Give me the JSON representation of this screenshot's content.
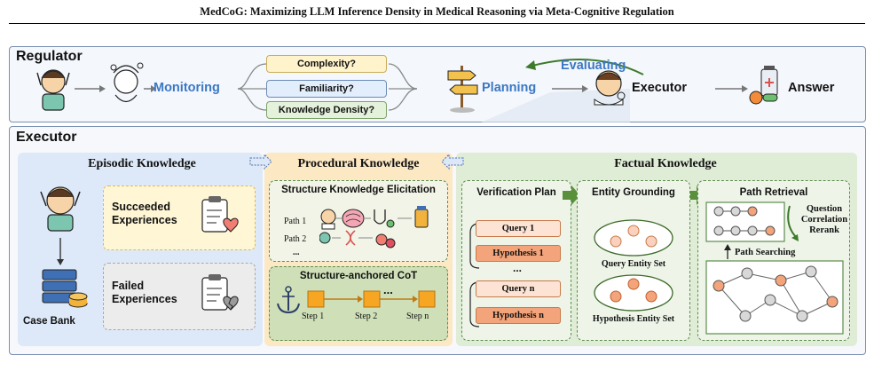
{
  "paper_title": "MedCoG: Maximizing LLM Inference Density in Medical Reasoning via Meta-Cognitive Regulation",
  "regulator": {
    "title": "Regulator",
    "monitoring": "Monitoring",
    "questions": [
      "Complexity?",
      "Familiarity?",
      "Knowledge Density?"
    ],
    "planning": "Planning",
    "evaluating": "Evaluating",
    "executor": "Executor",
    "answer": "Answer"
  },
  "executor": {
    "title": "Executor",
    "episodic": {
      "title": "Episodic Knowledge",
      "succeeded": "Succeeded Experiences",
      "failed": "Failed Experiences",
      "case_bank": "Case Bank"
    },
    "procedural": {
      "title": "Procedural Knowledge",
      "structure_title": "Structure Knowledge Elicitation",
      "paths": [
        "Path 1",
        "Path 2",
        "..."
      ],
      "cot_title": "Structure-anchored CoT",
      "steps": [
        "Step 1",
        "Step 2",
        "Step n"
      ],
      "ellipsis": "..."
    },
    "factual": {
      "title": "Factual Knowledge",
      "verification": {
        "title": "Verification Plan",
        "items": [
          "Query 1",
          "Hypothesis 1",
          "...",
          "Query n",
          "Hypothesis n"
        ]
      },
      "grounding": {
        "title": "Entity Grounding",
        "query_set": "Query Entity Set",
        "hypothesis_set": "Hypothesis Entity Set"
      },
      "retrieval": {
        "title": "Path Retrieval",
        "rerank": "Question Correlation Rerank",
        "searching": "Path Searching"
      }
    }
  },
  "colors": {
    "accent_blue": "#3b78c4",
    "arrow_green": "#5a8f3c",
    "node_orange": "#f3a47a",
    "node_gray": "#d8d8d8"
  }
}
